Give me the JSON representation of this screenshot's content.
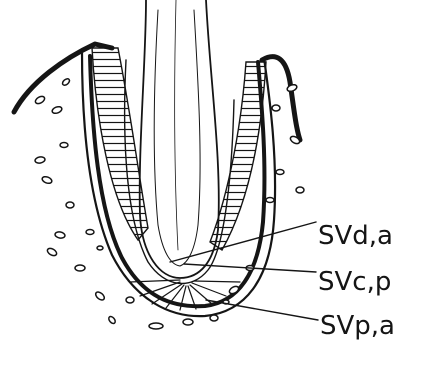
{
  "labels": [
    {
      "id": "svd",
      "text": "SVd,a"
    },
    {
      "id": "svc",
      "text": "SVc,p"
    },
    {
      "id": "svp",
      "text": "SVp,a"
    }
  ]
}
